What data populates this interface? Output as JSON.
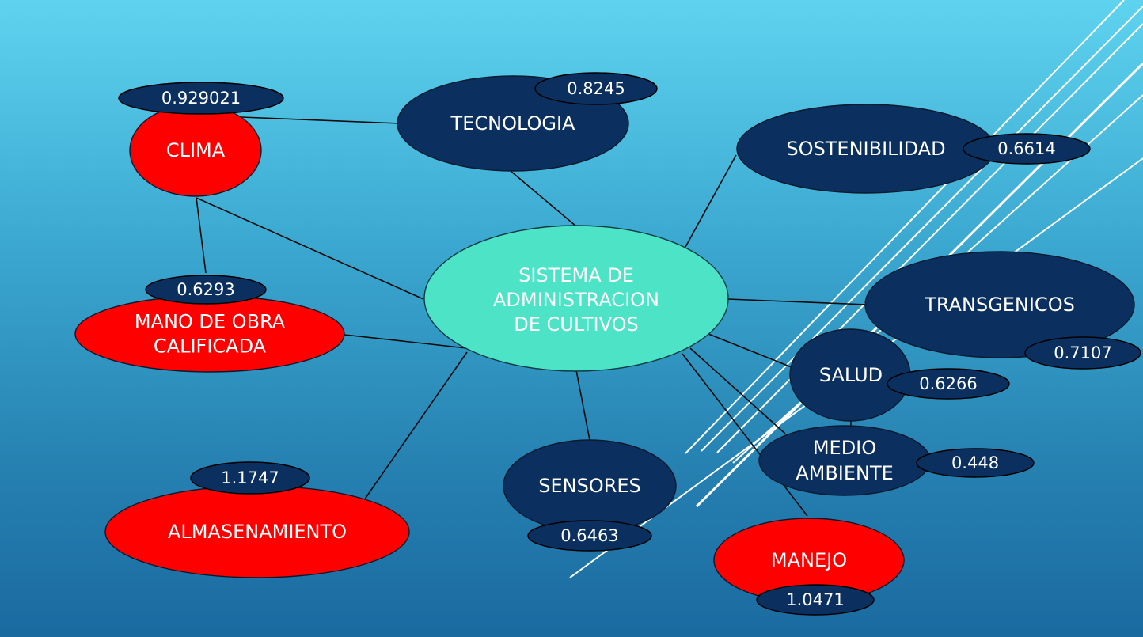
{
  "colors": {
    "center_fill": "#4de3c7",
    "navy": "#0b2f5e",
    "red": "#ff0000",
    "line": "#0a0a0a",
    "deco": "#ffffff"
  },
  "diagram": {
    "center": {
      "label_lines": [
        "SISTEMA DE",
        "ADMINISTRACION",
        "DE CULTIVOS"
      ]
    },
    "nodes": [
      {
        "id": "clima",
        "label_lines": [
          "CLIMA"
        ],
        "value": "0.929021",
        "color": "red"
      },
      {
        "id": "tecnologia",
        "label_lines": [
          "TECNOLOGIA"
        ],
        "value": "0.8245",
        "color": "navy"
      },
      {
        "id": "sostenibilidad",
        "label_lines": [
          "SOSTENIBILIDAD"
        ],
        "value": "0.6614",
        "color": "navy"
      },
      {
        "id": "mano-de-obra",
        "label_lines": [
          "MANO DE OBRA",
          "CALIFICADA"
        ],
        "value": "0.6293",
        "color": "red"
      },
      {
        "id": "transgenicos",
        "label_lines": [
          "TRANSGENICOS"
        ],
        "value": "0.7107",
        "color": "navy"
      },
      {
        "id": "salud",
        "label_lines": [
          "SALUD"
        ],
        "value": "0.6266",
        "color": "navy"
      },
      {
        "id": "medio-ambiente",
        "label_lines": [
          "MEDIO",
          "AMBIENTE"
        ],
        "value": "0.448",
        "color": "navy"
      },
      {
        "id": "almasenamiento",
        "label_lines": [
          "ALMASENAMIENTO"
        ],
        "value": "1.1747",
        "color": "red"
      },
      {
        "id": "sensores",
        "label_lines": [
          "SENSORES"
        ],
        "value": "0.6463",
        "color": "navy"
      },
      {
        "id": "manejo",
        "label_lines": [
          "MANEJO"
        ],
        "value": "1.0471",
        "color": "red"
      }
    ]
  }
}
